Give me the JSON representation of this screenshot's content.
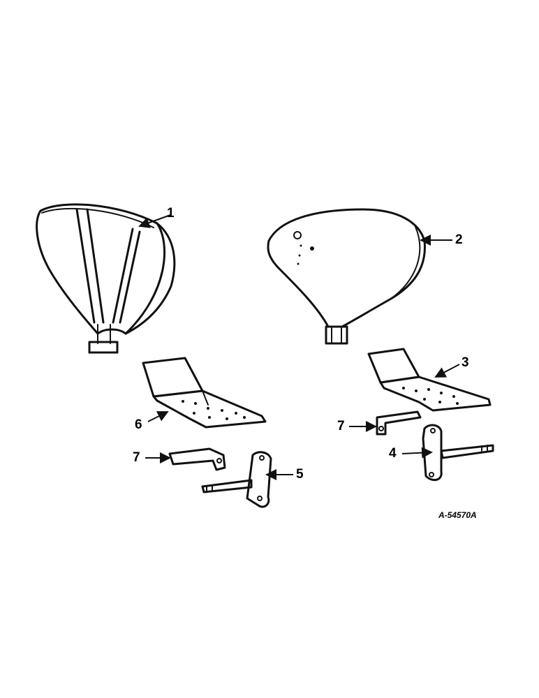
{
  "callouts": {
    "seat_left": "1",
    "seat_right": "2",
    "pan_right": "3",
    "bracket_right": "4",
    "bracket_left": "5",
    "pan_left": "6",
    "angle_left": "7",
    "angle_right": "7"
  },
  "drawing_ref": "A-54570A",
  "colors": {
    "ink": "#111111",
    "paper": "#ffffff"
  }
}
